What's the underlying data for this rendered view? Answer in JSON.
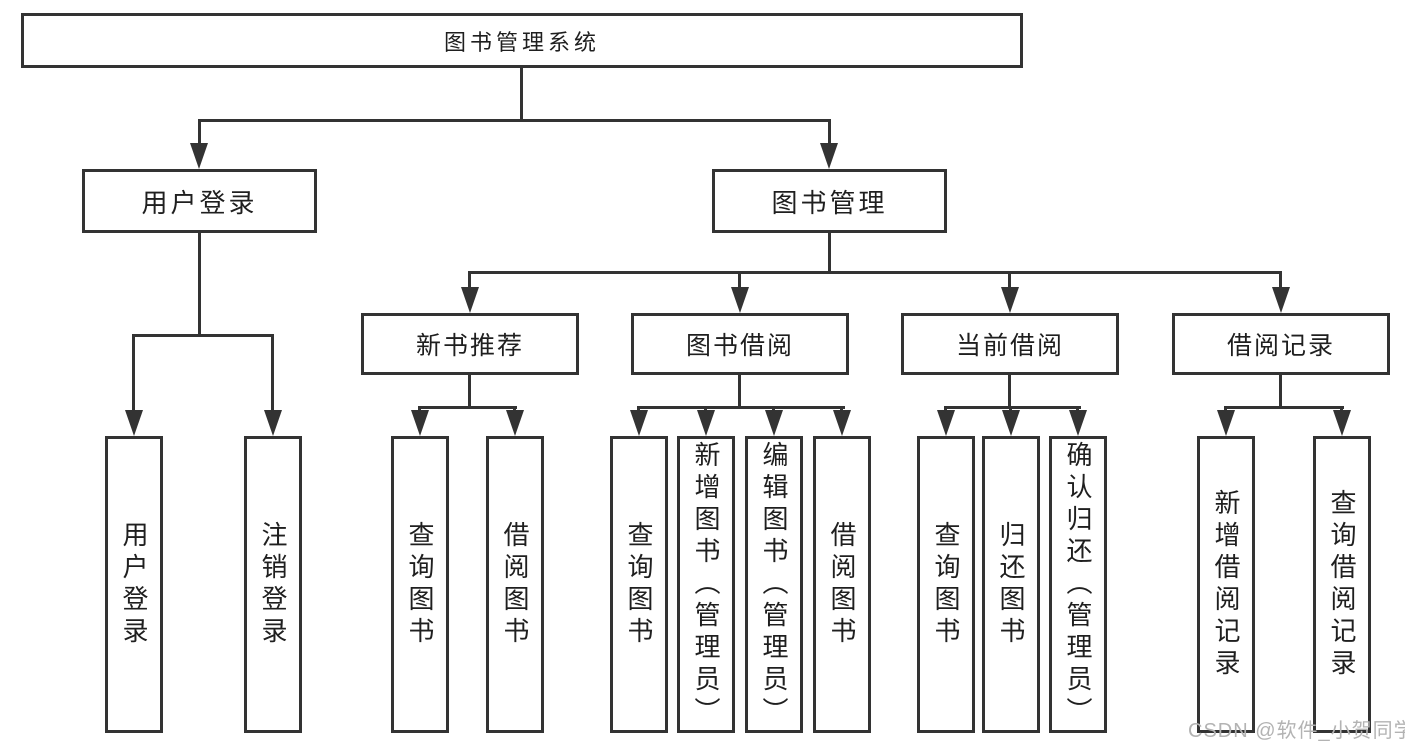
{
  "colors": {
    "line": "#333333",
    "box_border": "#333333",
    "text": "#1f1f1f",
    "background": "#ffffff",
    "watermark": "#b3b3b3"
  },
  "tree": {
    "root": {
      "label": "图书管理系统"
    },
    "branches": [
      {
        "label": "用户登录",
        "children": [
          "用户登录",
          "注销登录"
        ]
      },
      {
        "label": "图书管理",
        "groups": [
          {
            "label": "新书推荐",
            "children": [
              "查询图书",
              "借阅图书"
            ]
          },
          {
            "label": "图书借阅",
            "children": [
              "查询图书",
              "新增图书（管理员）",
              "编辑图书（管理员）",
              "借阅图书"
            ]
          },
          {
            "label": "当前借阅",
            "children": [
              "查询图书",
              "归还图书",
              "确认归还（管理员）"
            ]
          },
          {
            "label": "借阅记录",
            "children": [
              "新增借阅记录",
              "查询借阅记录"
            ]
          }
        ]
      }
    ]
  },
  "watermark": {
    "text": "CSDN @软件_小贺同学"
  }
}
